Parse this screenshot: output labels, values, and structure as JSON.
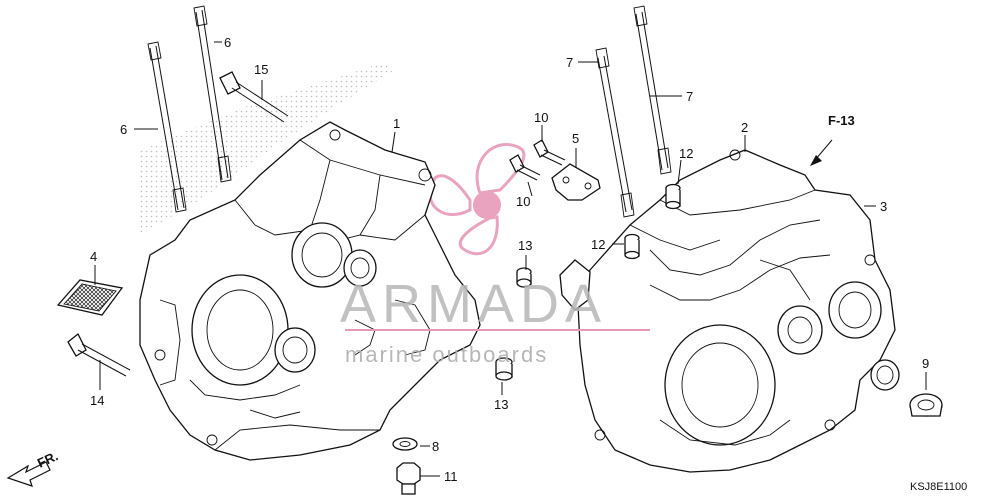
{
  "callouts": {
    "c1": "1",
    "c2": "2",
    "c3": "3",
    "c4": "4",
    "c5": "5",
    "c6a": "6",
    "c6b": "6",
    "c7a": "7",
    "c7b": "7",
    "c8": "8",
    "c9": "9",
    "c10a": "10",
    "c10b": "10",
    "c11": "11",
    "c12a": "12",
    "c12b": "12",
    "c13a": "13",
    "c13b": "13",
    "c14": "14",
    "c15": "15"
  },
  "ref_label": "F-13",
  "direction_label": "FR.",
  "diagram_code": "KSJ8E1100",
  "watermark": {
    "brand": "ARMADA",
    "tagline": "marine outboards",
    "accent": "#e79ab8"
  }
}
